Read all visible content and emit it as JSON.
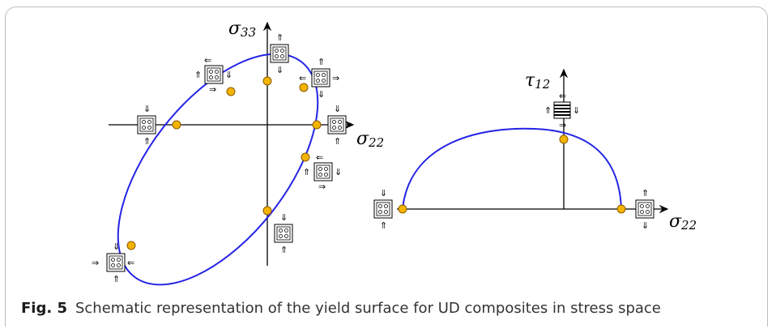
{
  "figure": {
    "label": "Fig. 5",
    "caption": "Schematic representation of the yield surface for UD composites in stress space"
  },
  "left_plot": {
    "x_axis_symbol": "σ",
    "x_axis_sub": "22",
    "y_axis_symbol": "σ",
    "y_axis_sub": "33"
  },
  "right_plot": {
    "x_axis_symbol": "σ",
    "x_axis_sub": "22",
    "y_axis_symbol": "τ",
    "y_axis_sub": "12"
  },
  "colors": {
    "curve": "#2323e6",
    "marker_fill": "#f5b400",
    "marker_stroke": "#8a5a00",
    "axis": "#000000"
  }
}
